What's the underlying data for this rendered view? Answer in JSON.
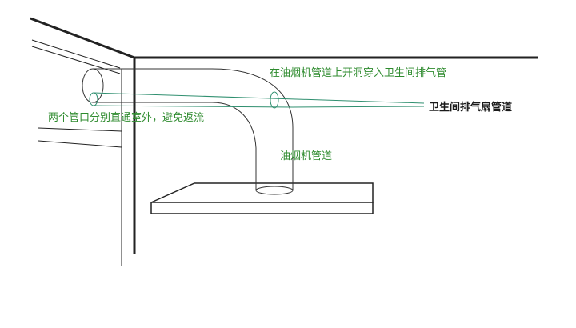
{
  "labels": {
    "hole_note": "在油烟机管道上开洞穿入卫生间排气管",
    "bathroom_duct": "卫生间排气扇管道",
    "outlets_note": "两个管口分别直通室外，避免返流",
    "hood_duct": "油烟机管道"
  },
  "colors": {
    "green_text": "#2e8b2e",
    "dark_text": "#1a1a1a",
    "line": "#333333",
    "bathroom_pipe": "#2f8f6f"
  }
}
